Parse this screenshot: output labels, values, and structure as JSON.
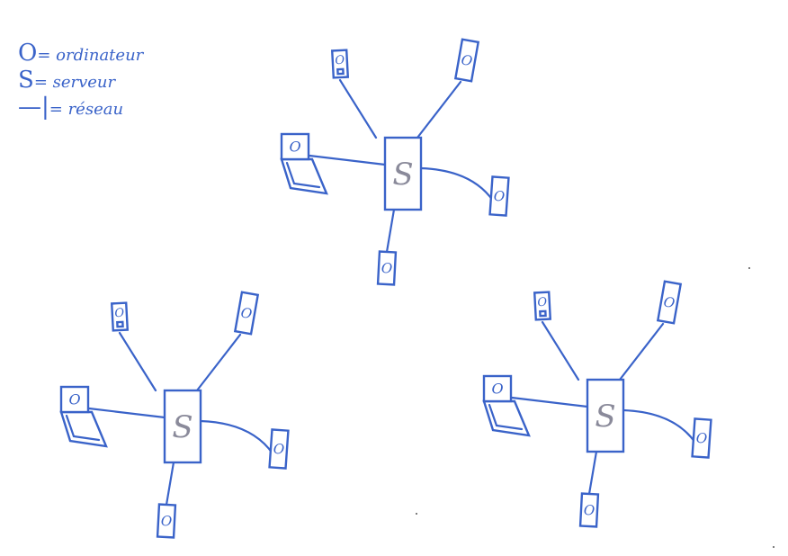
{
  "legend": [
    {
      "symbol": "O",
      "text": "= ordinateur"
    },
    {
      "symbol": "S",
      "text": "= serveur"
    },
    {
      "symbol": "—|",
      "text": "= réseau"
    }
  ],
  "symbols": {
    "computer": "O",
    "server": "S"
  },
  "networks": [
    {
      "server": "S",
      "computers": [
        "O",
        "O",
        "O",
        "O",
        "O"
      ]
    },
    {
      "server": "S",
      "computers": [
        "O",
        "O",
        "O",
        "O",
        "O"
      ]
    },
    {
      "server": "S",
      "computers": [
        "O",
        "O",
        "O",
        "O",
        "O"
      ]
    }
  ],
  "colors": {
    "ink": "#3a63c9",
    "server_letter": "#8a8a9a",
    "background": "#ffffff"
  }
}
